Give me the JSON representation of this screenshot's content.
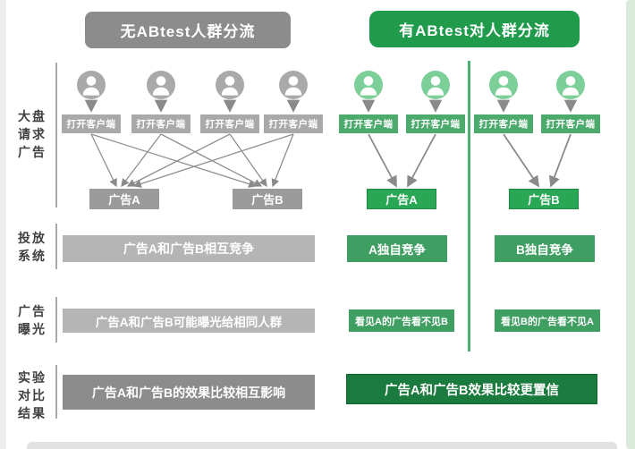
{
  "left_panel": {
    "header": "无ABtest人群分流",
    "client_label": "打开客户端",
    "ad_a": "广告A",
    "ad_b": "广告B",
    "competition": "广告A和广告B相互竞争",
    "exposure": "广告A和广告B可能曝光给相同人群",
    "result": "广告A和广告B的效果比较相互影响"
  },
  "right_panel": {
    "header": "有ABtest对人群分流",
    "client_label": "打开客户端",
    "ad_a": "广告A",
    "ad_b": "广告B",
    "competition_a": "A独自竞争",
    "competition_b": "B独自竞争",
    "exposure_a": "看见A的广告看不见B",
    "exposure_b": "看见B的广告看不见A",
    "result": "广告A和广告B效果比较更置信"
  },
  "row_labels": [
    {
      "lines": [
        "大盘",
        "请求",
        "广告"
      ]
    },
    {
      "lines": [
        "投放",
        "系统"
      ]
    },
    {
      "lines": [
        "广告",
        "曝光"
      ]
    },
    {
      "lines": [
        "实验",
        "对比",
        "结果"
      ]
    }
  ],
  "colors": {
    "gray_header": "#8c8c8c",
    "gray_box": "#a9a9a9",
    "gray_bar": "#b5b5b5",
    "green_header": "#1f9b4b",
    "green_user": "#7ccf99",
    "green_client": "#4caa6d",
    "green_ad": "#29a754",
    "green_bar": "#3f9e61",
    "green_dark": "#1b7a3d",
    "arrow": "#8a8a8a"
  }
}
